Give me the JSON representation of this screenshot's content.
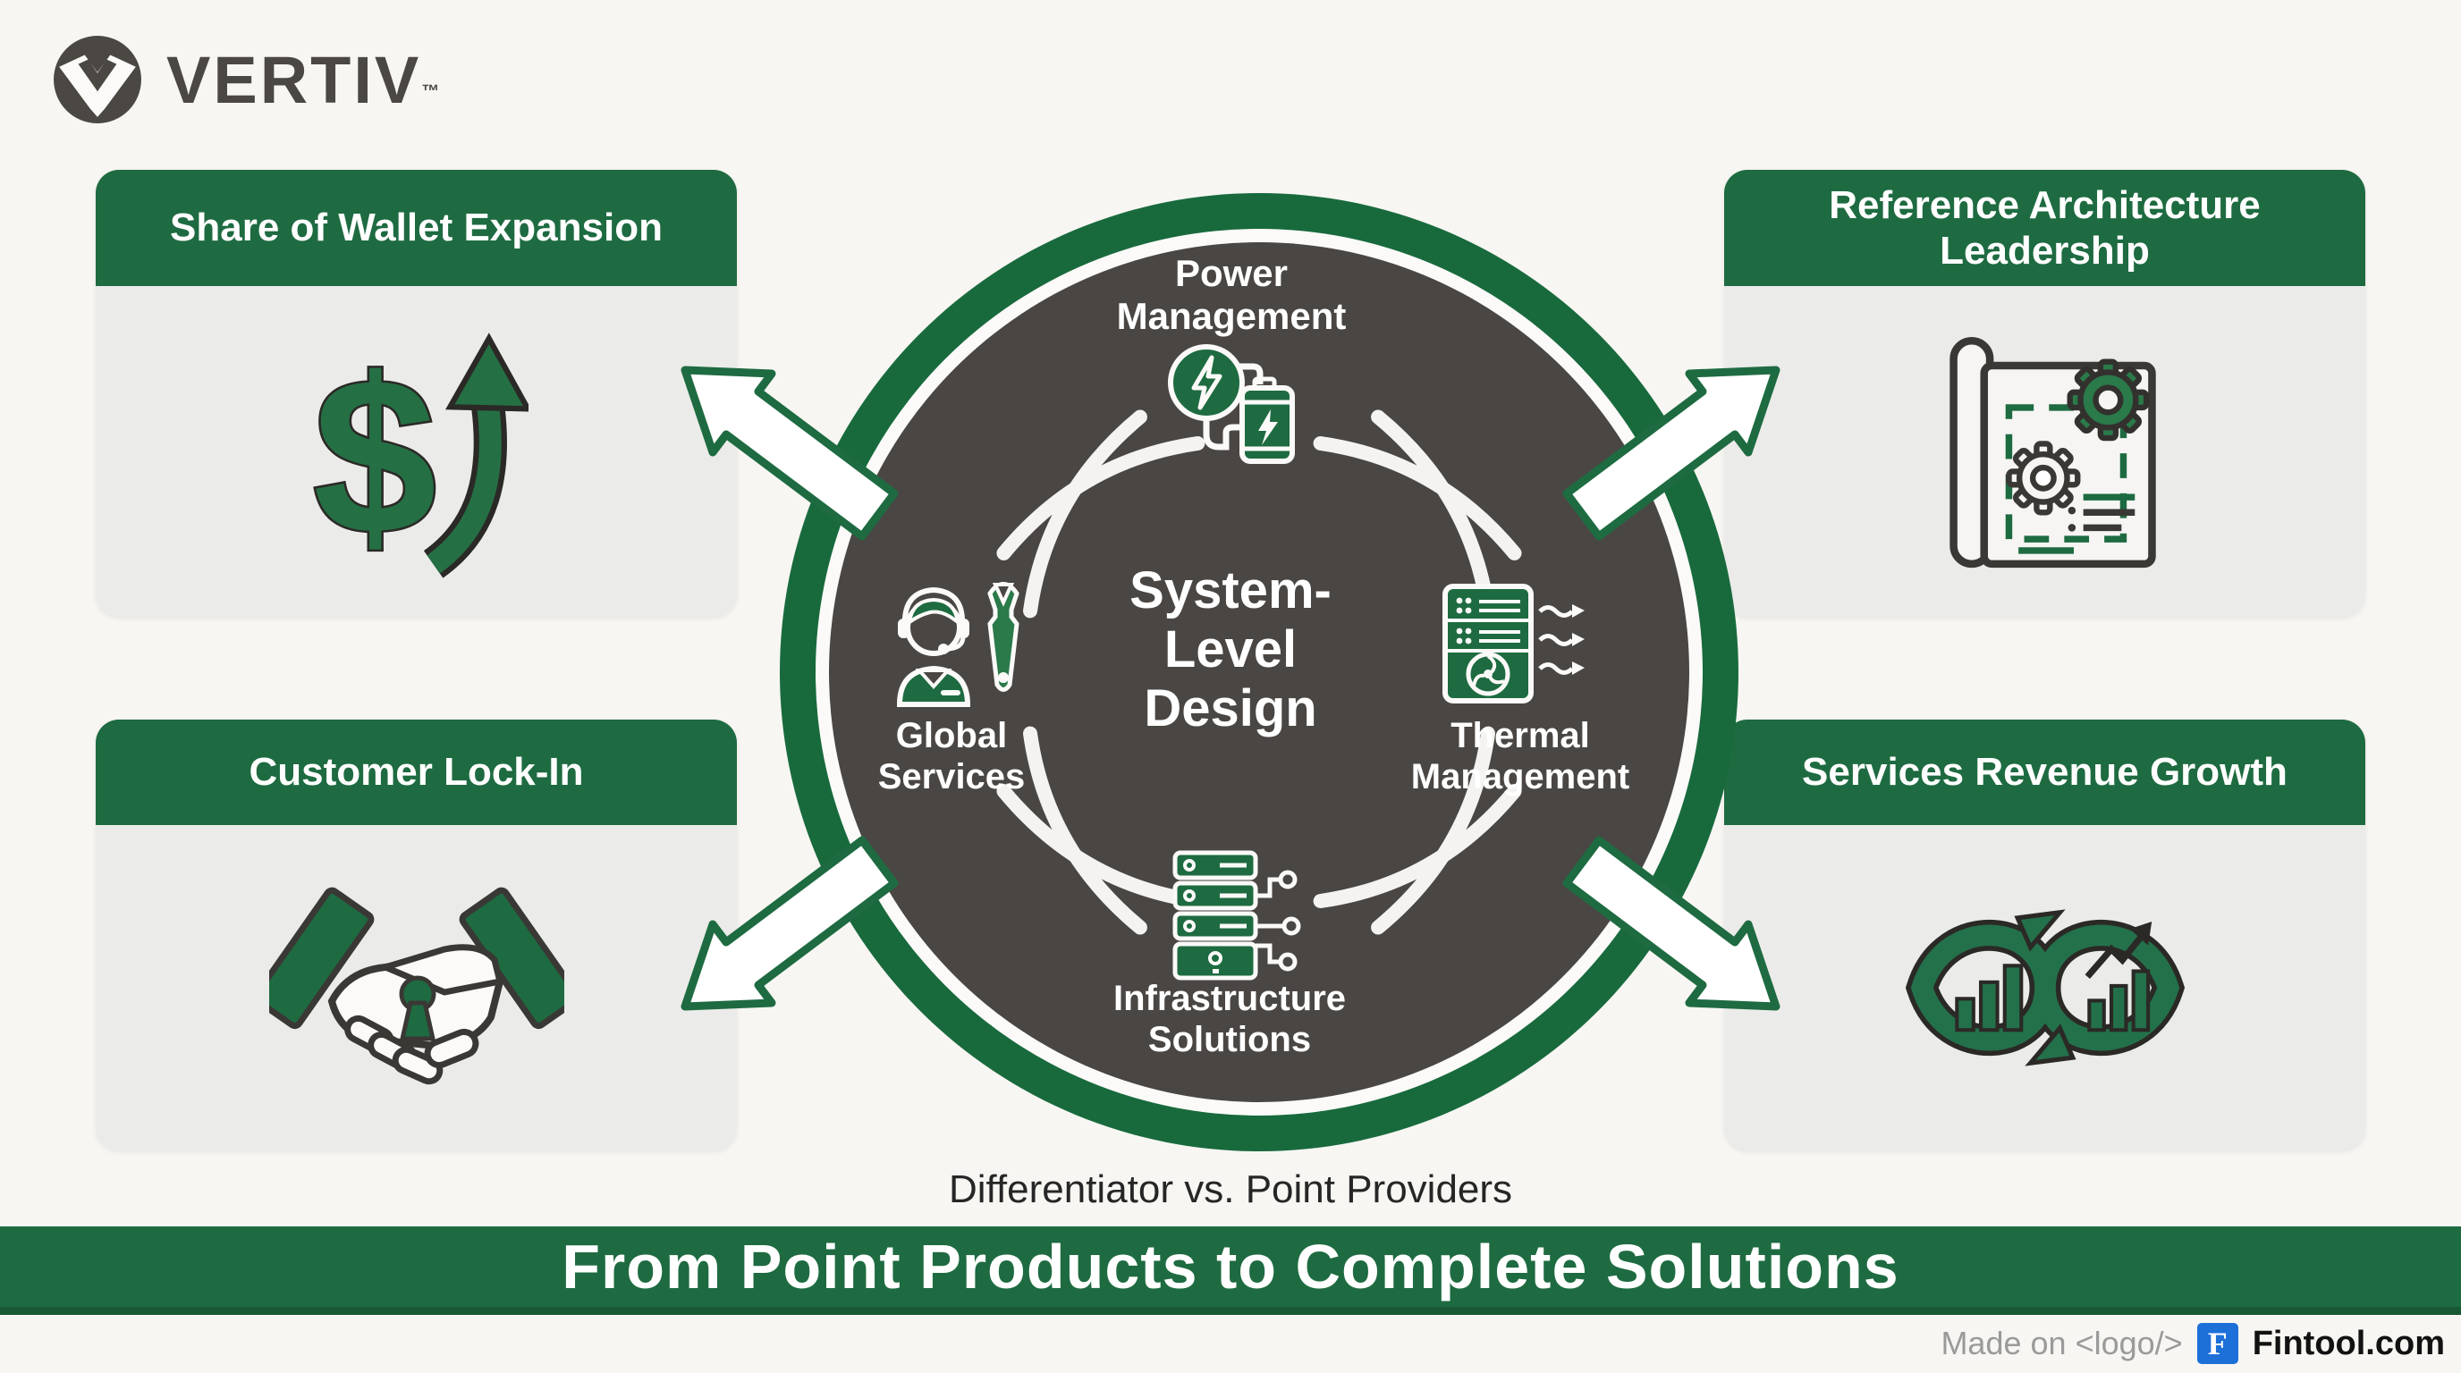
{
  "logo": {
    "brand": "VERTIV",
    "tm": "™"
  },
  "boxes": {
    "top_left": {
      "title": "Share of Wallet Expansion",
      "icon": "dollar-growth-icon"
    },
    "top_right": {
      "title": "Reference Architecture Leadership",
      "icon": "blueprint-gears-icon"
    },
    "bottom_left": {
      "title": "Customer Lock-In",
      "icon": "handshake-lock-icon"
    },
    "bottom_right": {
      "title": "Services Revenue Growth",
      "icon": "infinity-growth-icon"
    }
  },
  "center": {
    "title_lines": [
      "System-",
      "Level",
      "Design"
    ],
    "nodes": {
      "top": {
        "label_lines": [
          "Power",
          "Management"
        ],
        "icon": "power-battery-icon"
      },
      "right": {
        "label_lines": [
          "Thermal",
          "Management"
        ],
        "icon": "cooling-unit-icon"
      },
      "bottom": {
        "label_lines": [
          "Infrastructure",
          "Solutions"
        ],
        "icon": "server-rack-icon"
      },
      "left": {
        "label_lines": [
          "Global",
          "Services"
        ],
        "icon": "support-wrench-icon"
      }
    }
  },
  "caption": "Differentiator vs. Point Providers",
  "banner": "From Point Products to Complete Solutions",
  "footer": {
    "made_on": "Made on",
    "logo_token": "<logo/>",
    "badge_letter": "F",
    "site": "Fintool.com"
  },
  "colors": {
    "green": "#1e6b41",
    "banner_edge": "#185934",
    "ring_green": "#186a3d",
    "circle_dark": "#4a4643",
    "box_body": "#ebebe9",
    "background": "#f7f6f2",
    "icon_green": "#2a7a4a",
    "outline_dark": "#33312e",
    "footer_gray": "#9a9a9a",
    "fintool_blue": "#1e70d9",
    "logo_gray": "#4b4742",
    "text_dark": "#262626"
  }
}
